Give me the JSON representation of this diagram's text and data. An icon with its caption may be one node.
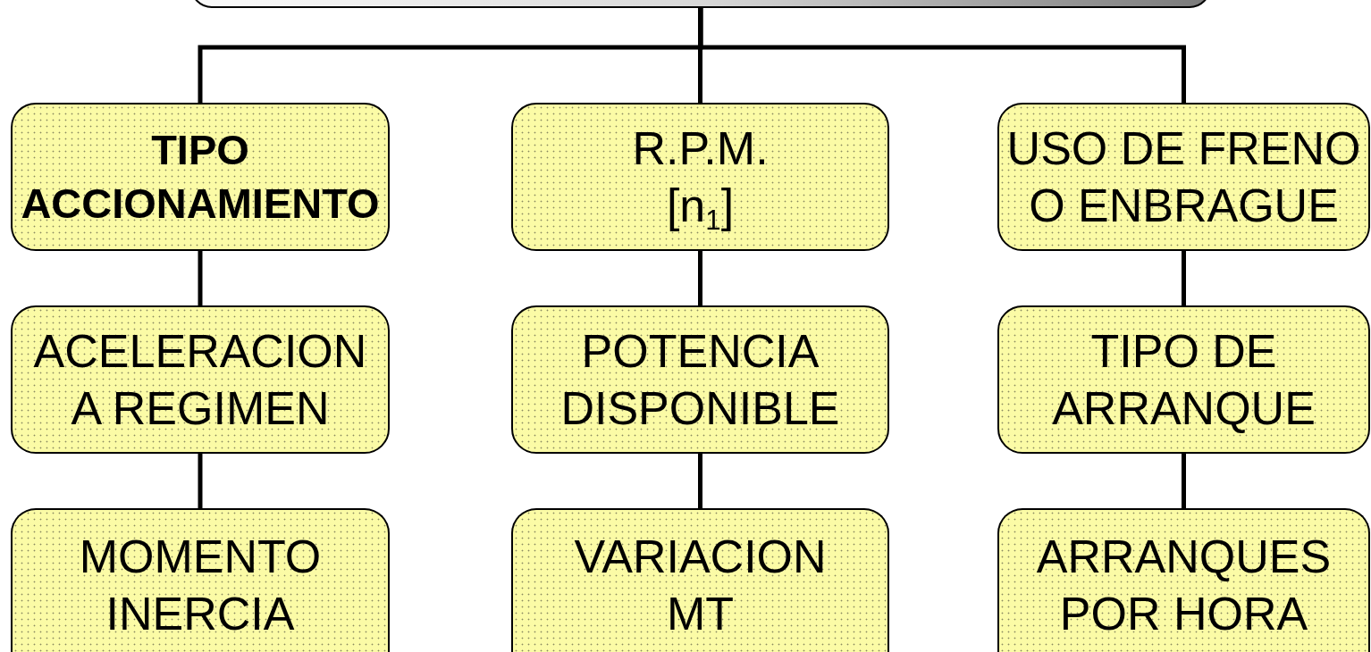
{
  "diagram": {
    "nodes": [
      {
        "text": [],
        "shape": "box"
      },
      {
        "text": [
          "TIPO ACCIONAMIENTO"
        ]
      },
      {
        "text": [
          "R.P.M. [n$_{1}$]"
        ]
      },
      {
        "text": [
          "USO DE FRENO O ENBRAGUE"
        ]
      },
      {
        "text": [
          "ACELERACION A REGIMEN"
        ]
      },
      {
        "text": [
          "POTENCIA DISPONIBLE"
        ]
      },
      {
        "text": [
          "TIPO DE ARRANQUE"
        ]
      },
      {
        "text": [
          "MOMENTO INERCIA"
        ]
      },
      {
        "text": [
          "VARIACION MT"
        ]
      },
      {
        "text": [
          "ARRANQUES POR HORA"
        ]
      }
    ],
    "edges": [
      {
        "from": 0,
        "to": 1,
        "arrow": "none"
      },
      {
        "from": 0,
        "to": 2,
        "arrow": "none"
      },
      {
        "from": 0,
        "to": 3,
        "arrow": "none"
      },
      {
        "from": 1,
        "to": 4,
        "arrow": "none"
      },
      {
        "from": 4,
        "to": 7,
        "arrow": "none"
      },
      {
        "from": 2,
        "to": 5,
        "arrow": "none"
      },
      {
        "from": 5,
        "to": 8,
        "arrow": "none"
      },
      {
        "from": 3,
        "to": 6,
        "arrow": "none"
      },
      {
        "from": 6,
        "to": 9,
        "arrow": "none"
      }
    ]
  }
}
